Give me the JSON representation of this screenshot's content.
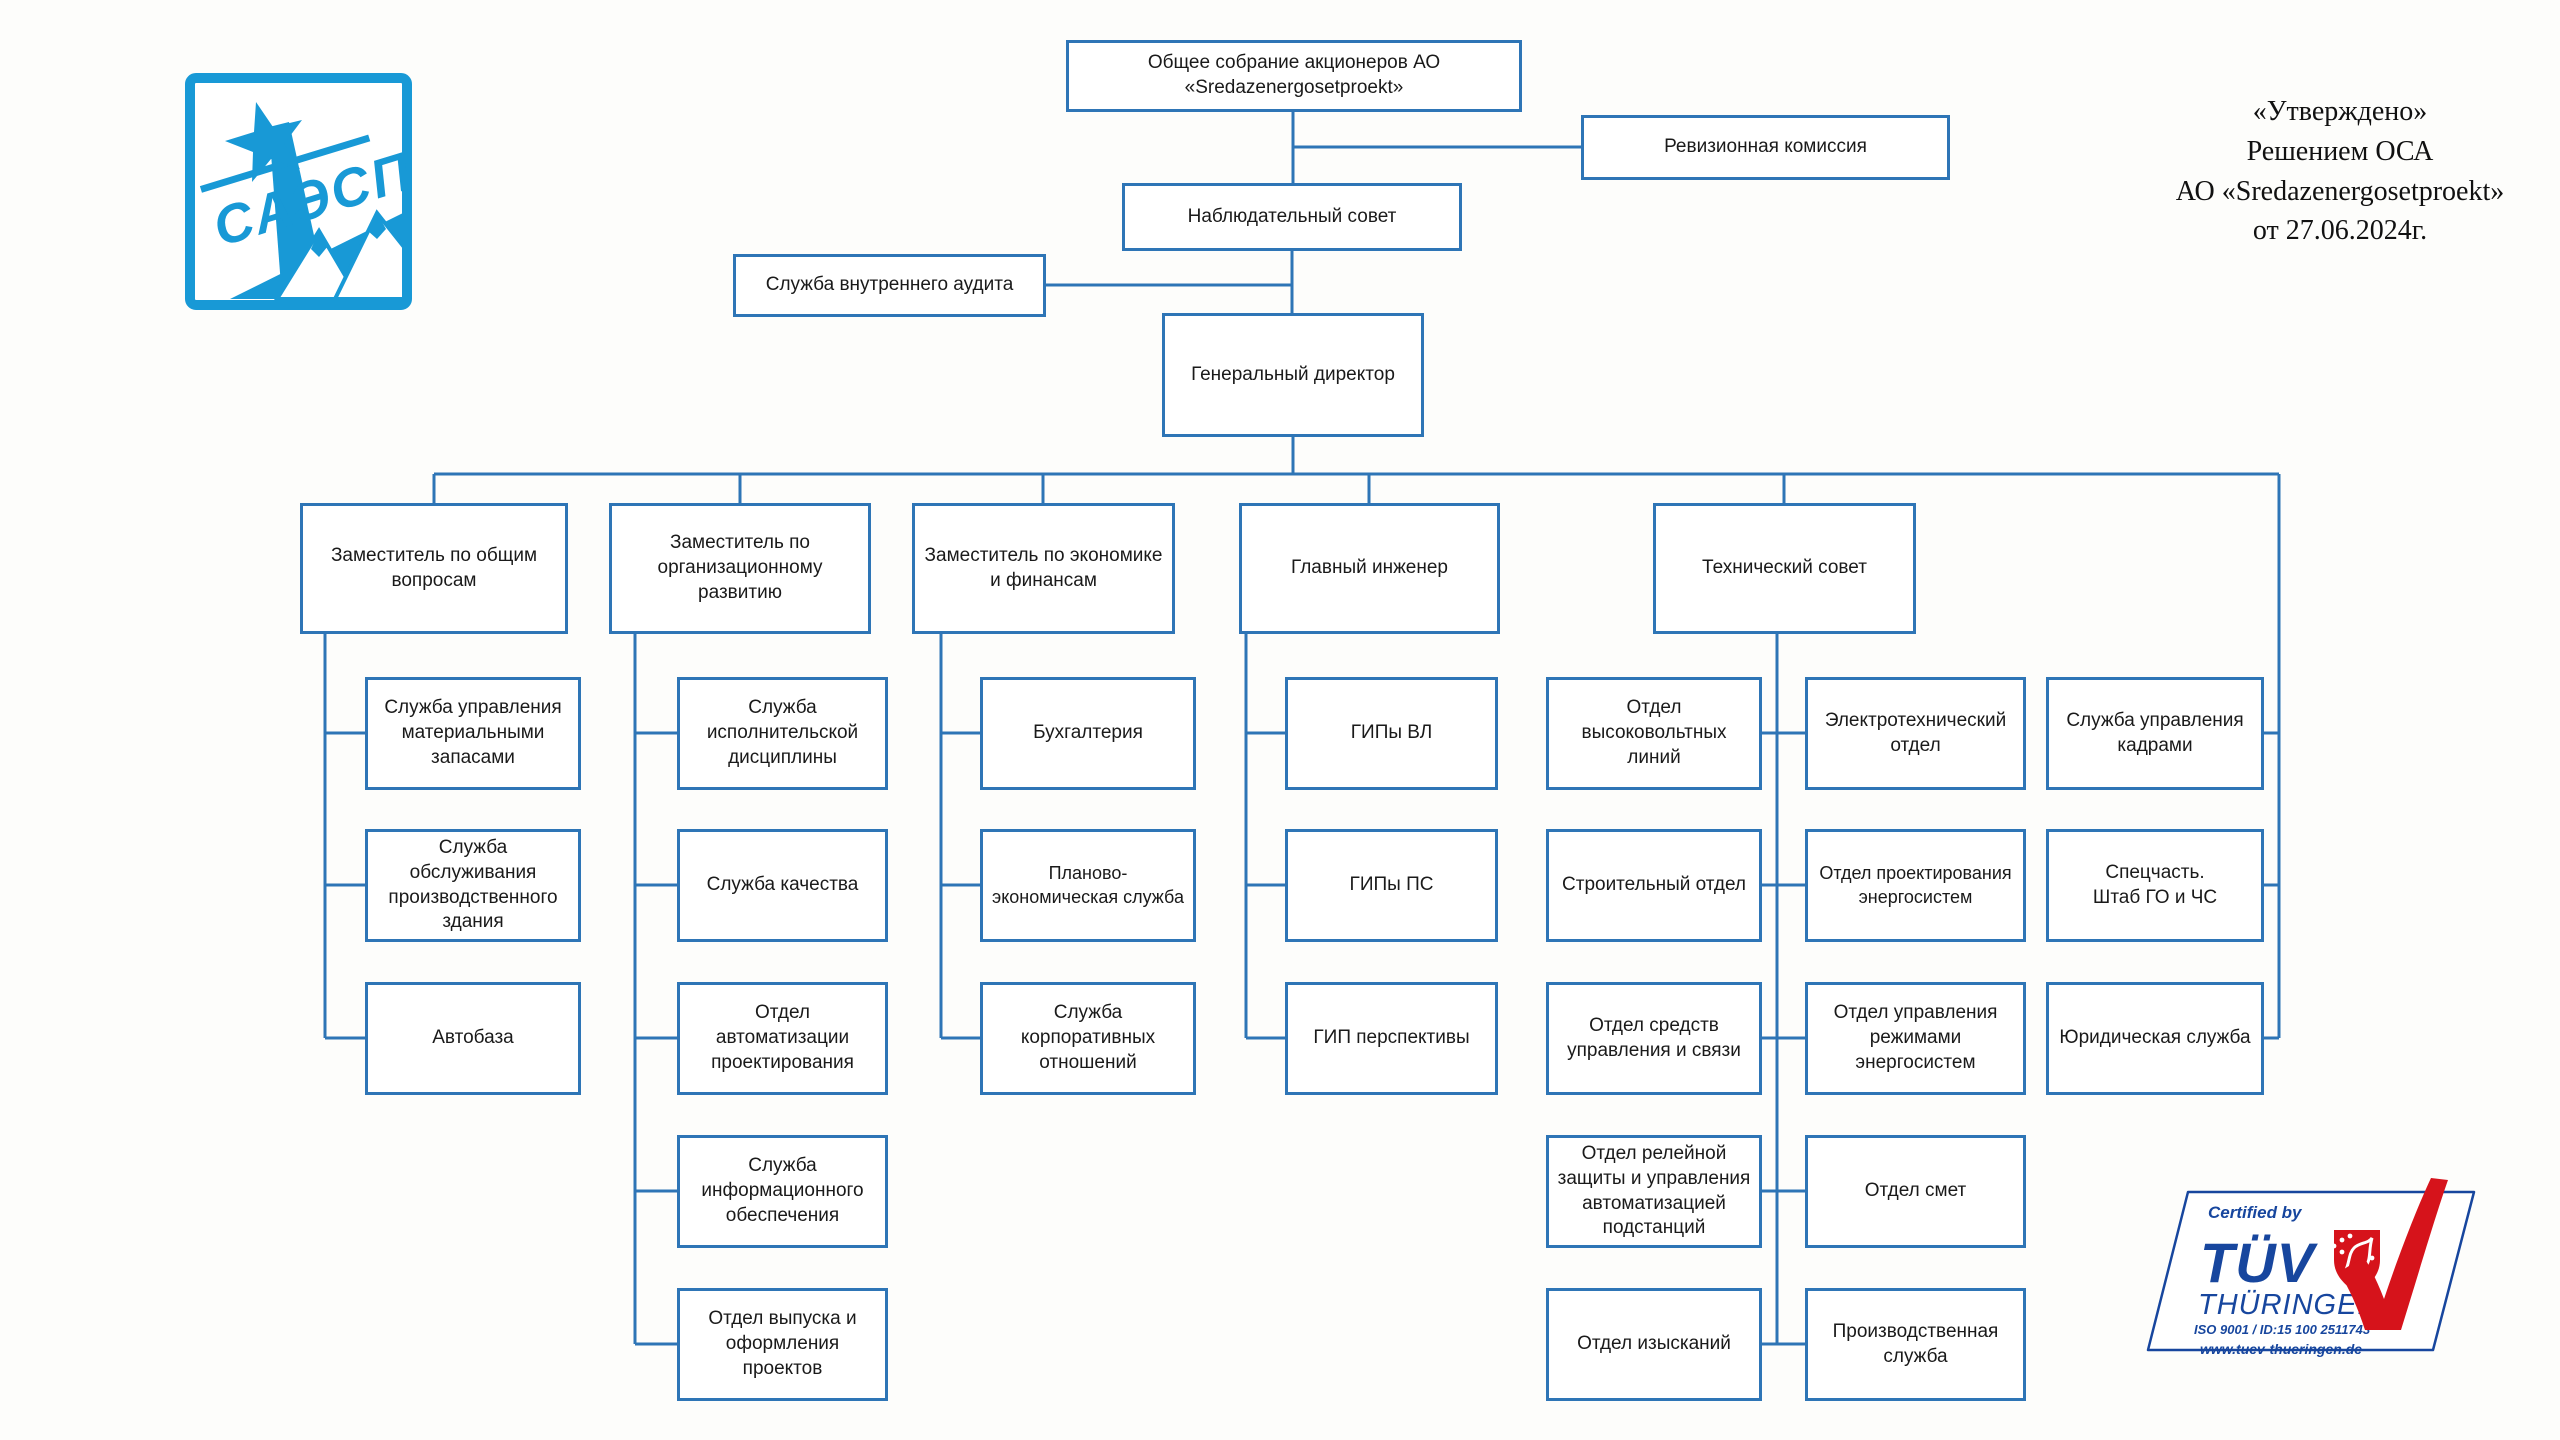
{
  "logo": {
    "acronym": "САЭСП"
  },
  "approval": {
    "line1": "«Утверждено»",
    "line2": "Решением ОСА",
    "line3": "АО «Sredazenergosetproekt»",
    "line4": "от 27.06.2024г."
  },
  "nodes": {
    "general_meeting": "Общее собрание акционеров АО\n«Sredazenergosetproekt»",
    "audit_commission": "Ревизионная комиссия",
    "supervisory_board": "Наблюдательный совет",
    "internal_audit_service": "Служба внутреннего аудита",
    "general_director": "Генеральный директор",
    "deputy_general_affairs": "Заместитель по общим\nвопросам",
    "deputy_org_development": "Заместитель по\nорганизационному\nразвитию",
    "deputy_economics_finance": "Заместитель по экономике\nи финансам",
    "chief_engineer": "Главный инженер",
    "technical_council": "Технический совет",
    "material_reserves": "Служба управления\nматериальными\nзапасами",
    "building_maintenance": "Служба обслуживания\nпроизводственного\nздания",
    "motor_depot": "Автобаза",
    "executive_discipline": "Служба\nисполнительской\nдисциплины",
    "quality_service": "Служба качества",
    "design_automation": "Отдел автоматизации\nпроектирования",
    "information_support": "Служба\nинформационного\nобеспечения",
    "project_issue": "Отдел выпуска и\nоформления проектов",
    "accounting": "Бухгалтерия",
    "planning_economic": "Планово-\nэкономическая служба",
    "corporate_relations": "Служба\nкорпоративных\nотношений",
    "gip_vl": "ГИПы ВЛ",
    "gip_ps": "ГИПы ПС",
    "gip_perspective": "ГИП перспективы",
    "high_voltage_lines": "Отдел\nвысоковольтных\nлиний",
    "construction_dept": "Строительный отдел",
    "control_communication": "Отдел средств\nуправления и связи",
    "relay_protection": "Отдел релейной\nзащиты и управления\nавтоматизацией\nподстанций",
    "surveys_dept": "Отдел изысканий",
    "electrotechnical": "Электротехнический\nотдел",
    "power_system_design": "Отдел проектирования\nэнергосистем",
    "power_system_modes": "Отдел управления\nрежимами\nэнергосистем",
    "estimates_dept": "Отдел смет",
    "production_service": "Производственная\nслужба",
    "hr_service": "Служба управления\nкадрами",
    "special_unit": "Спецчасть.\nШтаб ГО и ЧС",
    "legal_service": "Юридическая служба"
  },
  "certificate": {
    "certified_by": "Certified by",
    "brand": "TÜV",
    "region": "THÜRINGEN",
    "iso": "ISO 9001 / ID:15 100 2511743",
    "website": "www.tuev-thueringen.de"
  },
  "icons": {
    "logo_star": "star",
    "logo_mountains": "mountains",
    "tuv_checkmark": "checkmark",
    "tuv_crest": "lion-crest-shield"
  },
  "colors": {
    "connector_blue": "#2E75B6",
    "logo_blue": "#1899D6",
    "tuv_navy": "#17469E",
    "tuv_red": "#D6131B"
  }
}
